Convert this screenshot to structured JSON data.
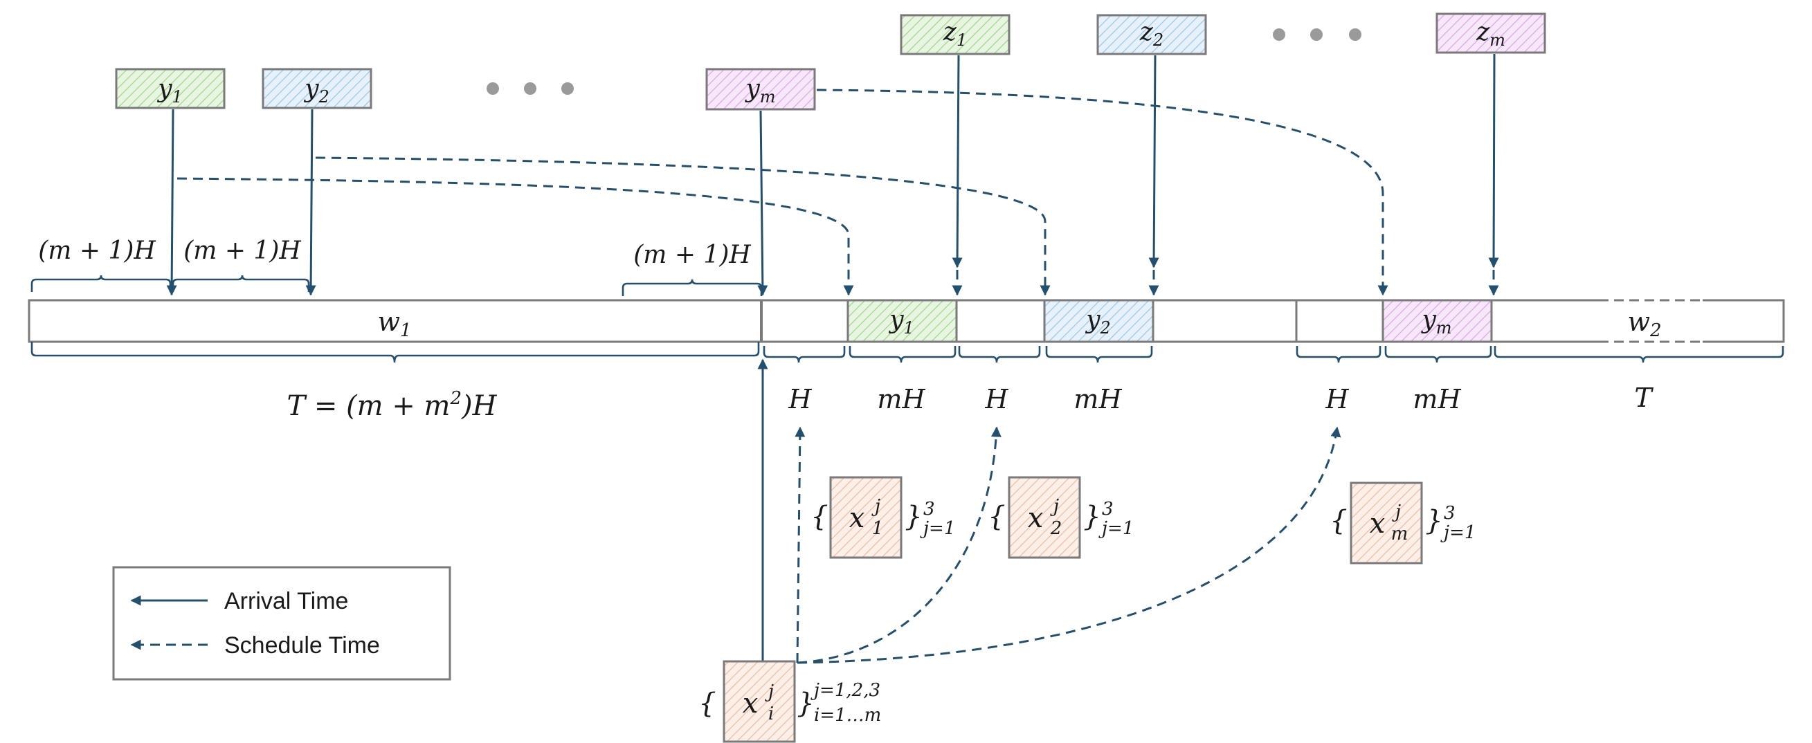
{
  "top_boxes": {
    "y1": {
      "base": "y",
      "sub": "1"
    },
    "y2": {
      "base": "y",
      "sub": "2"
    },
    "ym": {
      "base": "y",
      "sub": "m"
    },
    "z1": {
      "base": "z",
      "sub": "1"
    },
    "z2": {
      "base": "z",
      "sub": "2"
    },
    "zm": {
      "base": "z",
      "sub": "m"
    }
  },
  "gap_labels": {
    "top": "(m + 1)H"
  },
  "timeline": {
    "w1": {
      "base": "w",
      "sub": "1"
    },
    "w2": {
      "base": "w",
      "sub": "2"
    },
    "slot_y1": {
      "base": "y",
      "sub": "1"
    },
    "slot_y2": {
      "base": "y",
      "sub": "2"
    },
    "slot_ym": {
      "base": "y",
      "sub": "m"
    }
  },
  "bottom_labels": {
    "T_formula_main": "T = (m + m",
    "T_formula_exp": "2",
    "T_formula_end": ")H",
    "H": "H",
    "mH": "mH",
    "T": "T"
  },
  "x_groups": {
    "x1": {
      "base": "x",
      "sub": "1",
      "sup": "j",
      "range_sup": "3",
      "range_sub": "j=1",
      "open": "{",
      "close": "}"
    },
    "x2": {
      "base": "x",
      "sub": "2",
      "sup": "j",
      "range_sup": "3",
      "range_sub": "j=1",
      "open": "{",
      "close": "}"
    },
    "xm": {
      "base": "x",
      "sub": "m",
      "sup": "j",
      "range_sup": "3",
      "range_sub": "j=1",
      "open": "{",
      "close": "}"
    },
    "xi": {
      "base": "x",
      "sub": "i",
      "sup": "j",
      "range_sup": "j=1,2,3",
      "range_sub": "i=1…m",
      "open": "{",
      "close": "}"
    }
  },
  "legend": {
    "arrival": "Arrival Time",
    "schedule": "Schedule Time"
  },
  "colors": {
    "arrow": "#23506f",
    "green": "#6ab04c",
    "blue": "#5aa3d6",
    "purple": "#c27ad6",
    "orange": "#d9906a",
    "green_fill": "#e3f4dc",
    "blue_fill": "#e0eef8",
    "purple_fill": "#f3e3f7",
    "orange_fill": "#f9e8df"
  }
}
